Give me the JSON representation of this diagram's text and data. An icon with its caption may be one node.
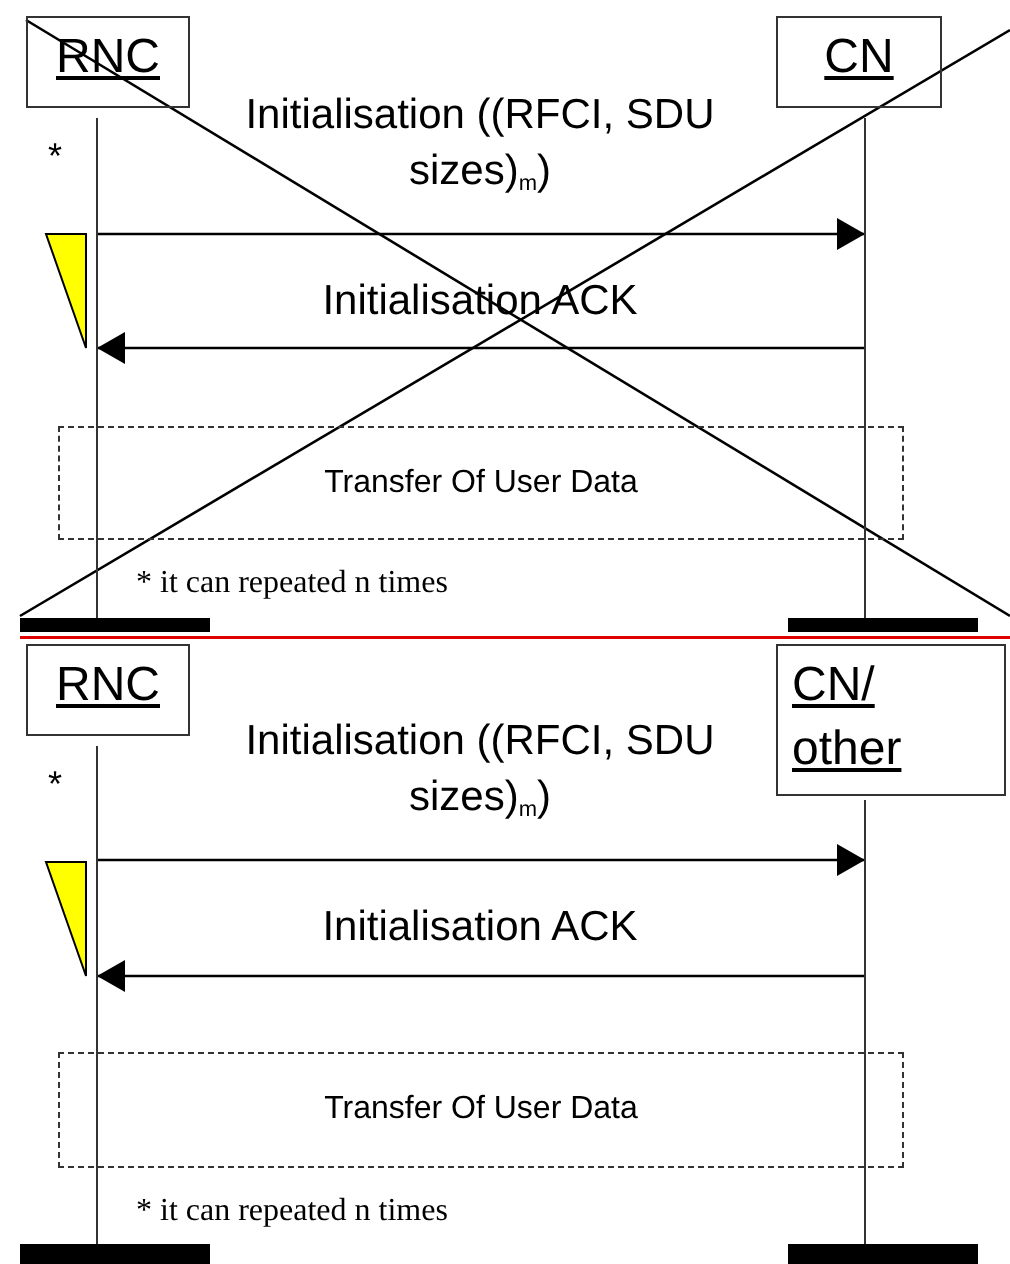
{
  "diagram": {
    "nodes": [
      {
        "text": [
          "RNC"
        ]
      },
      {
        "text": [
          "CN"
        ]
      },
      {
        "text": [],
        "shape": "line"
      },
      {
        "text": [],
        "shape": "line"
      },
      {
        "text": [
          "Transfer Of User Data"
        ]
      },
      {
        "text": [
          "RNC"
        ]
      },
      {
        "text": [
          "CN/ other"
        ]
      },
      {
        "text": [],
        "shape": "line"
      },
      {
        "text": [],
        "shape": "line"
      },
      {
        "text": [
          "Transfer Of User Data"
        ]
      }
    ],
    "edges": [
      {
        "from": 2,
        "to": 3,
        "arrow": "to",
        "label": "Initialisation ((RFCI, SDU sizes)$_{m}$)"
      },
      {
        "from": 3,
        "to": 2,
        "arrow": "to",
        "label": "Initialisation ACK"
      },
      {
        "from": 7,
        "to": 8,
        "arrow": "to",
        "label": "Initialisation ((RFCI, SDU sizes)$_{m}$)"
      },
      {
        "from": 8,
        "to": 7,
        "arrow": "to",
        "label": "Initialisation ACK"
      }
    ],
    "labels": [
      "*",
      "* it can repeated n times",
      "*",
      "* it can repeated n times"
    ]
  }
}
